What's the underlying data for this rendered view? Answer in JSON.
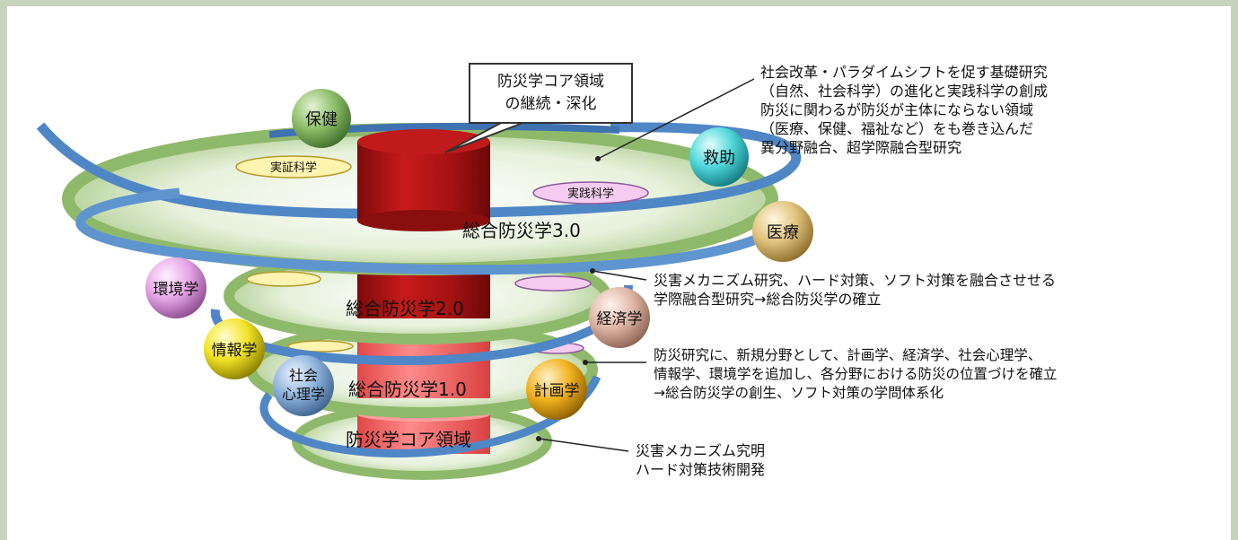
{
  "callout": {
    "line1": "防災学コア領域",
    "line2": "の継続・深化"
  },
  "layers": {
    "l3": "総合防災学3.0",
    "l2": "総合防災学2.0",
    "l1": "総合防災学1.0",
    "core": "防災学コア領域"
  },
  "tags": {
    "jissho": "実証科学",
    "jissen": "実践科学"
  },
  "spheres": {
    "hoken": "保健",
    "kyujo": "救助",
    "iryo": "医療",
    "kankyo": "環境学",
    "keizai": "経済学",
    "joho": "情報学",
    "shakai1": "社会",
    "shakai2": "心理学",
    "keikaku": "計画学"
  },
  "notes": {
    "n3": [
      "社会改革・パラダイムシフトを促す基礎研究",
      "（自然、社会科学）の進化と実践科学の創成",
      "防災に関わるが防災が主体にならない領域",
      "（医療、保健、福祉など）をも巻き込んだ",
      "異分野融合、超学際融合型研究"
    ],
    "n2": [
      "災害メカニズム研究、ハード対策、ソフト対策を融合させせる",
      "学際融合型研究→総合防災学の確立"
    ],
    "n1": [
      "防災研究に、新規分野として、計画学、経済学、社会心理学、",
      "情報学、環境学を追加し、各分野における防災の位置づけを確立",
      "→総合防災学の創生、ソフト対策の学問体系化"
    ],
    "n0": [
      "災害メカニズム究明",
      "ハード対策技術開発"
    ]
  },
  "colors": {
    "ring_green": "#8fb96a",
    "ring_blue": "#4f86c6",
    "core_red": "#b01515"
  }
}
